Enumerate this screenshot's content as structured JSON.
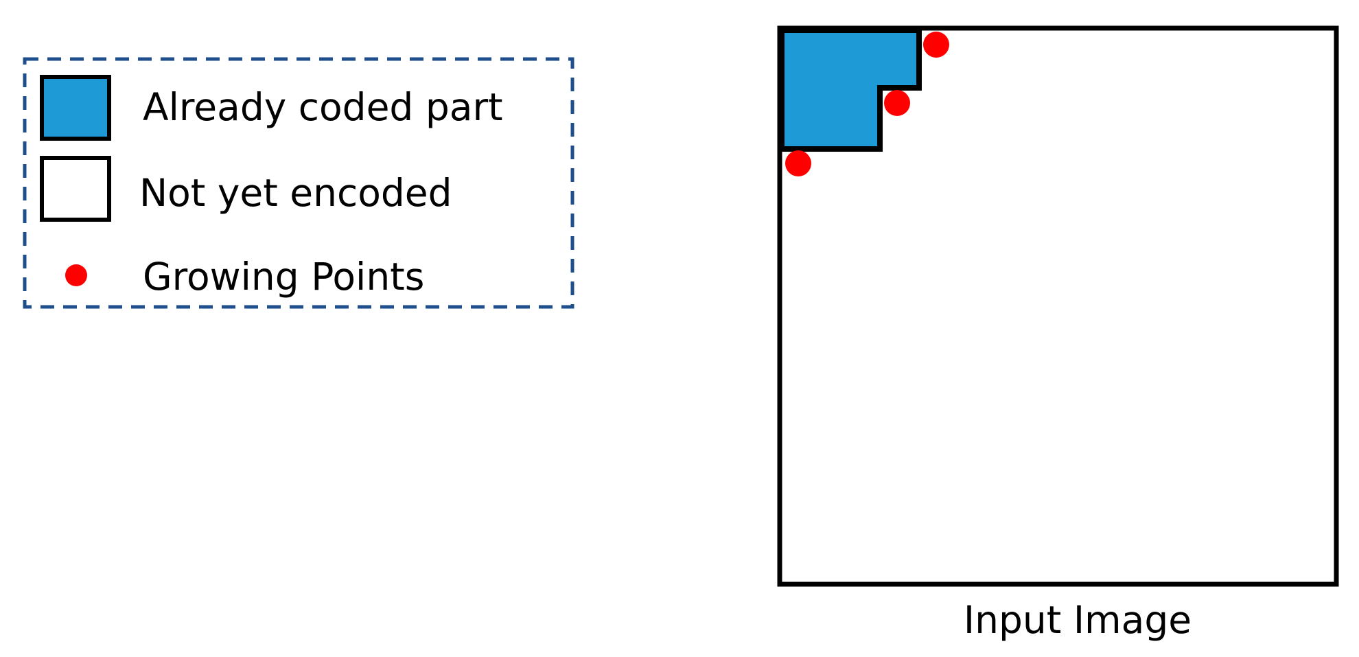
{
  "legend": {
    "items": [
      {
        "label": "Already coded part",
        "swatch": "filled-square",
        "color": "#1E9BD7"
      },
      {
        "label": "Not yet encoded",
        "swatch": "empty-square",
        "color": "#FFFFFF"
      },
      {
        "label": "Growing Points",
        "swatch": "dot",
        "color": "#FF0000"
      }
    ],
    "border_color": "#1F4E8C"
  },
  "image_panel": {
    "caption": "Input Image",
    "coded_color": "#1E9BD7",
    "point_color": "#FF0000"
  }
}
